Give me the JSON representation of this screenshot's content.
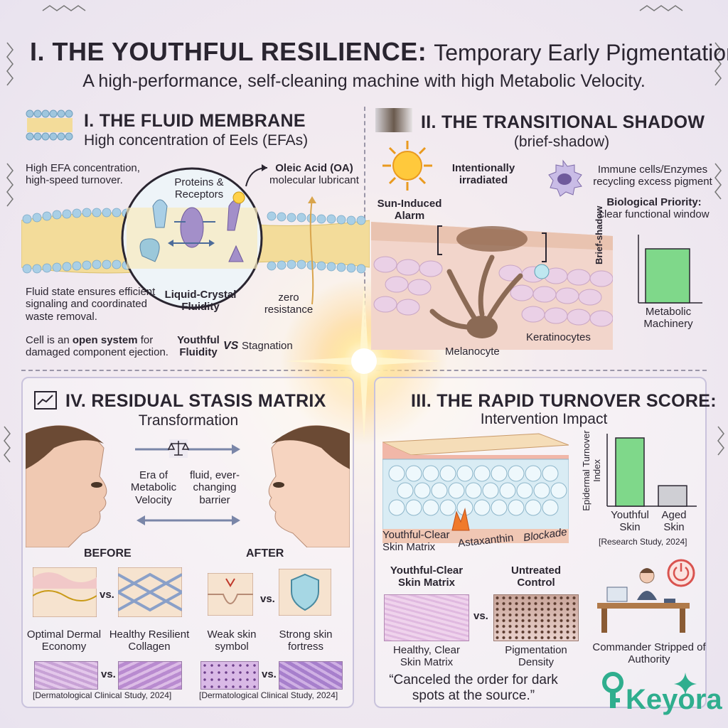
{
  "title": {
    "bold": "I. THE YOUTHFUL RESILIENCE:",
    "light": "Temporary Early Pigmentation",
    "subtitle": "A high-performance, self-cleaning machine with high Metabolic Velocity."
  },
  "panel1": {
    "heading": "I. THE FLUID MEMBRANE",
    "subheading": "High concentration of Eels (EFAs)",
    "efa_note": "High EFA concentration, high-speed turnover.",
    "proteins": "Proteins & Receptors",
    "oleic_bold": "Oleic Acid (OA)",
    "oleic_note": "molecular lubricant",
    "fluidity": "Liquid-Crystal Fluidity",
    "zero_resistance": "zero resistance",
    "fluid_state": "Fluid state ensures efficient signaling and coordinated waste removal.",
    "open_system_pre": "Cell is an ",
    "open_system_bold": "open system",
    "open_system_post": " for damaged component ejection.",
    "youthful_fluidity": "Youthful Fluidity",
    "vs": "VS",
    "stagnation": "Stagnation"
  },
  "panel2": {
    "heading": "II. THE TRANSITIONAL SHADOW",
    "subheading": "(brief-shadow)",
    "intentionally": "Intentionally irradiated",
    "sun_alarm": "Sun-Induced Alarm",
    "immune": "Immune cells/Enzymes recycling excess pigment",
    "priority_bold": "Biological Priority:",
    "priority_note": "clear functional window",
    "melanocyte": "Melanocyte",
    "keratinocytes": "Keratinocytes",
    "chart_ylabel": "Brief-shadow",
    "chart_xlabel": "Metabolic Machinery"
  },
  "panel3": {
    "heading": "III. THE RAPID TURNOVER SCORE:",
    "subheading": "Intervention Impact",
    "matrix_label": "Youthful-Clear Skin Matrix",
    "astaxanthin": "Astaxanthin",
    "blockade": "Blockade",
    "col_left": "Youthful-Clear Skin Matrix",
    "col_right": "Untreated Control",
    "vs": "vs.",
    "caption_left": "Healthy, Clear Skin Matrix",
    "caption_right": "Pigmentation Density",
    "quote": "“Canceled the order for dark spots at the source.”",
    "commander": "Commander Stripped of Authority",
    "citation": "[Research Study, 2024]"
  },
  "panel4": {
    "heading": "IV. RESIDUAL STASIS MATRIX",
    "subheading": "Transformation",
    "era": "Era of Metabolic Velocity",
    "fluid_barrier": "fluid, ever-changing barrier",
    "before": "BEFORE",
    "after": "AFTER",
    "vs": "vs.",
    "optimal": "Optimal Dermal Economy",
    "healthy_collagen": "Healthy Resilient Collagen",
    "weak": "Weak skin symbol",
    "strong": "Strong skin fortress",
    "citation_left": "[Dermatological Clinical Study, 2024]",
    "citation_right": "[Dermatological Clinical Study, 2024]"
  },
  "logo": {
    "text": "Keyora"
  },
  "colors": {
    "accent_green": "#7fd88a",
    "bar_grey": "#cfcfd4",
    "logo_teal": "#2fae8e"
  },
  "chart_data": [
    {
      "type": "bar",
      "categories": [
        ""
      ],
      "values": [
        1
      ],
      "title": "",
      "xlabel": "Metabolic Machinery",
      "ylabel": "Brief-shadow"
    },
    {
      "type": "bar",
      "categories": [
        "Youthful Skin",
        "Aged Skin"
      ],
      "values": [
        1.0,
        0.3
      ],
      "title": "",
      "xlabel": "",
      "ylabel": "Epidermal Turnover Index"
    }
  ]
}
